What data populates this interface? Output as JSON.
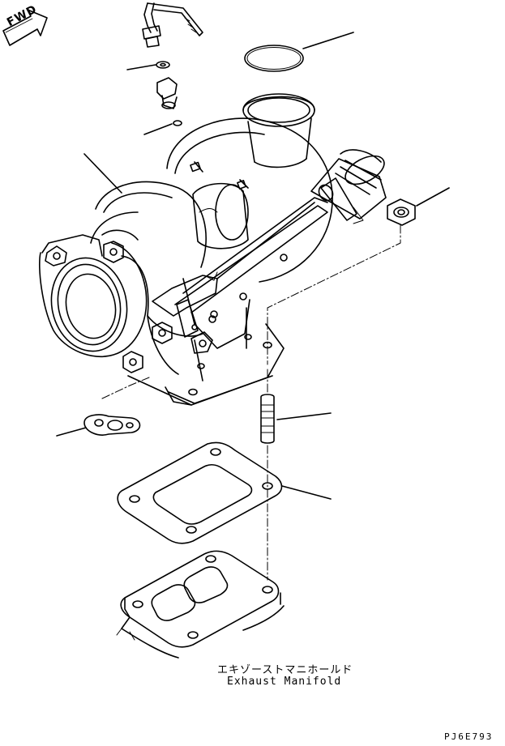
{
  "diagram": {
    "label_japanese": "エキゾーストマニホールド",
    "label_english": "Exhaust Manifold",
    "drawing_code": "PJ6E793",
    "direction_marker": "FWD"
  },
  "colors": {
    "line": "#000000",
    "background": "#ffffff"
  }
}
